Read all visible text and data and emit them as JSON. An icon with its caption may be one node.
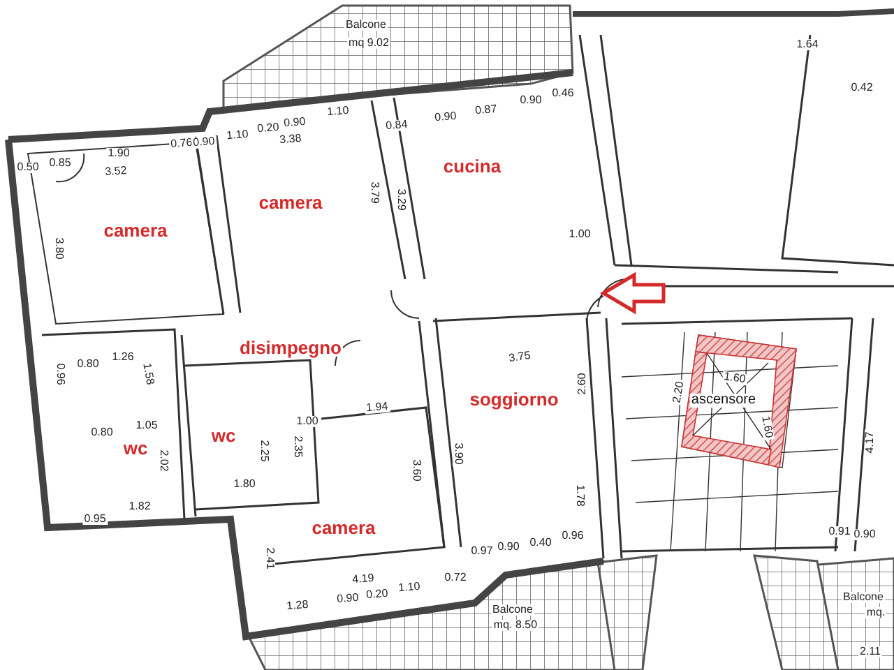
{
  "diagram": {
    "labels": [
      "Balcone",
      "mq 9.02",
      "1.64",
      "0.90",
      "0.46",
      "0.42",
      "0.50",
      "0.85",
      "1.90",
      "0.76",
      "0.90",
      "1.10",
      "0.20",
      "0.90",
      "1.10",
      "3.38",
      "0.84",
      "0.90",
      "0.87",
      "3.52",
      "camera",
      "camera",
      "cucina",
      "3.80",
      "3.79",
      "3.29",
      "1.00",
      "disimpegno",
      "3.75",
      "0.96",
      "0.80",
      "1.26",
      "1.58",
      "2.20",
      "1.60",
      "ascensore",
      "1.60",
      "2.60",
      "0.80",
      "1.05",
      "wc",
      "wc",
      "2.02",
      "2.25",
      "2.35",
      "1.00",
      "1.94",
      "soggiorno",
      "3.60",
      "3.90",
      "4.17",
      "1.80",
      "1.82",
      "0.95",
      "1.78",
      "camera",
      "2.41",
      "0.97",
      "0.90",
      "0.40",
      "0.96",
      "0.91",
      "0.90",
      "4.19",
      "0.72",
      "1.28",
      "0.90",
      "0.20",
      "1.10",
      "Balcone",
      "mq. 8.50",
      "Balcone",
      "mq.",
      "2.11"
    ]
  }
}
